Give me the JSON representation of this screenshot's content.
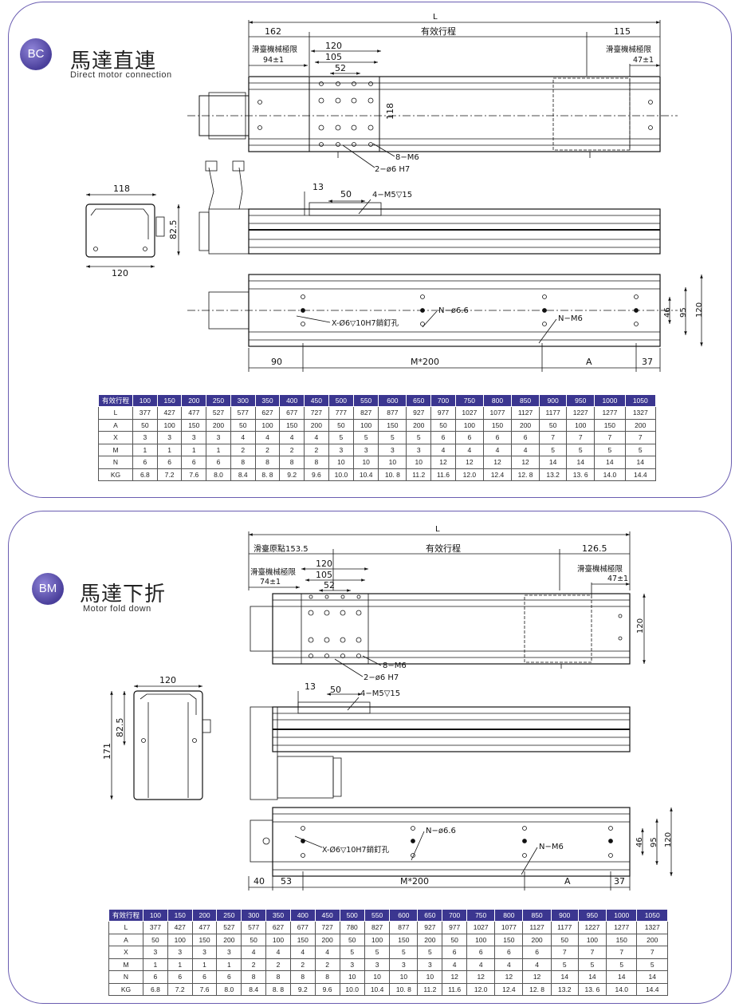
{
  "bc": {
    "badge": "BC",
    "title_zh": "馬達直連",
    "title_en": "Direct motor connection",
    "dims": {
      "L": "L",
      "d162": "162",
      "stroke": "有效行程",
      "d115": "115",
      "mech_left": "滑臺機械極限",
      "mech_left_val": "94±1",
      "mech_right": "滑臺機械極限",
      "mech_right_val": "47±1",
      "d120": "120",
      "d105": "105",
      "d52": "52",
      "d118": "118",
      "m6": "8−M6",
      "h7": "2−ø6  H7",
      "d13": "13",
      "d50": "50",
      "m5": "4−M5▽15",
      "end_w": "118",
      "end_h": "82.5",
      "end_b": "120",
      "pin": "X-Ø6▽10H7銷釘孔",
      "n66": "N−ø6.6",
      "nm6": "N−M6",
      "d90": "90",
      "m200": "M*200",
      "A": "A",
      "d37": "37",
      "d46": "46",
      "d95": "95",
      "d120v": "120"
    },
    "table": {
      "header_label": "有效行程",
      "strokes": [
        "100",
        "150",
        "200",
        "250",
        "300",
        "350",
        "400",
        "450",
        "500",
        "550",
        "600",
        "650",
        "700",
        "750",
        "800",
        "850",
        "900",
        "950",
        "1000",
        "1050"
      ],
      "rows": [
        {
          "label": "L",
          "values": [
            "377",
            "427",
            "477",
            "527",
            "577",
            "627",
            "677",
            "727",
            "777",
            "827",
            "877",
            "927",
            "977",
            "1027",
            "1077",
            "1127",
            "1177",
            "1227",
            "1277",
            "1327"
          ]
        },
        {
          "label": "A",
          "values": [
            "50",
            "100",
            "150",
            "200",
            "50",
            "100",
            "150",
            "200",
            "50",
            "100",
            "150",
            "200",
            "50",
            "100",
            "150",
            "200",
            "50",
            "100",
            "150",
            "200"
          ]
        },
        {
          "label": "X",
          "values": [
            "3",
            "3",
            "3",
            "3",
            "4",
            "4",
            "4",
            "4",
            "5",
            "5",
            "5",
            "5",
            "6",
            "6",
            "6",
            "6",
            "7",
            "7",
            "7",
            "7"
          ]
        },
        {
          "label": "M",
          "values": [
            "1",
            "1",
            "1",
            "1",
            "2",
            "2",
            "2",
            "2",
            "3",
            "3",
            "3",
            "3",
            "4",
            "4",
            "4",
            "4",
            "5",
            "5",
            "5",
            "5"
          ]
        },
        {
          "label": "N",
          "values": [
            "6",
            "6",
            "6",
            "6",
            "8",
            "8",
            "8",
            "8",
            "10",
            "10",
            "10",
            "10",
            "12",
            "12",
            "12",
            "12",
            "14",
            "14",
            "14",
            "14"
          ]
        },
        {
          "label": "KG",
          "values": [
            "6.8",
            "7.2",
            "7.6",
            "8.0",
            "8.4",
            "8. 8",
            "9.2",
            "9.6",
            "10.0",
            "10.4",
            "10. 8",
            "11.2",
            "11.6",
            "12.0",
            "12.4",
            "12. 8",
            "13.2",
            "13. 6",
            "14.0",
            "14.4"
          ]
        }
      ]
    }
  },
  "bm": {
    "badge": "BM",
    "title_zh": "馬達下折",
    "title_en": "Motor fold down",
    "dims": {
      "L": "L",
      "origin": "滑臺原點153.5",
      "stroke": "有效行程",
      "d1265": "126.5",
      "mech_left": "滑臺機械極限",
      "mech_left_val": "74±1",
      "mech_right": "滑臺機械極限",
      "mech_right_val": "47±1",
      "d120": "120",
      "d105": "105",
      "d52": "52",
      "d120v": "120",
      "m6": "8−M6",
      "h7": "2−ø6  H7",
      "d13": "13",
      "d50": "50",
      "m5": "4−M5▽15",
      "end_w": "120",
      "end_h": "82.5",
      "end_total": "171",
      "pin": "X-Ø6▽10H7銷釘孔",
      "n66": "N−ø6.6",
      "nm6": "N−M6",
      "d40": "40",
      "d53": "53",
      "m200": "M*200",
      "A": "A",
      "d37": "37",
      "d46": "46",
      "d95": "95",
      "d120b": "120"
    },
    "table": {
      "header_label": "有效行程",
      "strokes": [
        "100",
        "150",
        "200",
        "250",
        "300",
        "350",
        "400",
        "450",
        "500",
        "550",
        "600",
        "650",
        "700",
        "750",
        "800",
        "850",
        "900",
        "950",
        "1000",
        "1050"
      ],
      "rows": [
        {
          "label": "L",
          "values": [
            "377",
            "427",
            "477",
            "527",
            "577",
            "627",
            "677",
            "727",
            "780",
            "827",
            "877",
            "927",
            "977",
            "1027",
            "1077",
            "1127",
            "1177",
            "1227",
            "1277",
            "1327"
          ]
        },
        {
          "label": "A",
          "values": [
            "50",
            "100",
            "150",
            "200",
            "50",
            "100",
            "150",
            "200",
            "50",
            "100",
            "150",
            "200",
            "50",
            "100",
            "150",
            "200",
            "50",
            "100",
            "150",
            "200"
          ]
        },
        {
          "label": "X",
          "values": [
            "3",
            "3",
            "3",
            "3",
            "4",
            "4",
            "4",
            "4",
            "5",
            "5",
            "5",
            "5",
            "6",
            "6",
            "6",
            "6",
            "7",
            "7",
            "7",
            "7"
          ]
        },
        {
          "label": "M",
          "values": [
            "1",
            "1",
            "1",
            "1",
            "2",
            "2",
            "2",
            "2",
            "3",
            "3",
            "3",
            "3",
            "4",
            "4",
            "4",
            "4",
            "5",
            "5",
            "5",
            "5"
          ]
        },
        {
          "label": "N",
          "values": [
            "6",
            "6",
            "6",
            "6",
            "8",
            "8",
            "8",
            "8",
            "10",
            "10",
            "10",
            "10",
            "12",
            "12",
            "12",
            "12",
            "14",
            "14",
            "14",
            "14"
          ]
        },
        {
          "label": "KG",
          "values": [
            "6.8",
            "7.2",
            "7.6",
            "8.0",
            "8.4",
            "8. 8",
            "9.2",
            "9.6",
            "10.0",
            "10.4",
            "10. 8",
            "11.2",
            "11.6",
            "12.0",
            "12.4",
            "12. 8",
            "13.2",
            "13. 6",
            "14.0",
            "14.4"
          ]
        }
      ]
    }
  }
}
